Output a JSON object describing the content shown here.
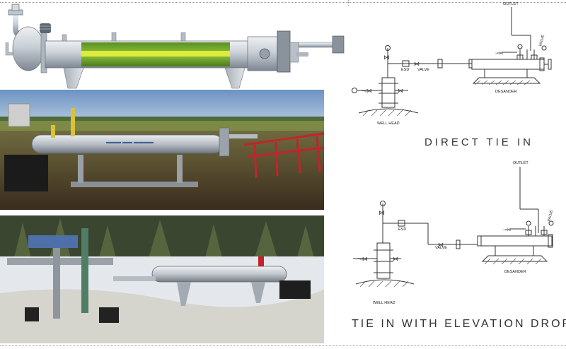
{
  "diagram_direct": {
    "outlet": "OUTLET",
    "esd": "ESD",
    "valve": "VALVE",
    "valve_vertical": "VALVE",
    "desander": "DESANDER",
    "well_head": "WELL HEAD",
    "caption": "DIRECT TIE IN"
  },
  "diagram_elevation": {
    "outlet": "OUTLET",
    "esd": "ESD",
    "valve": "VALVE",
    "valve_vertical": "VALVE",
    "desander": "DESANDER",
    "well_head": "WELL HEAD",
    "caption": "TIE IN WITH ELEVATION DROP"
  },
  "colors": {
    "vessel_body": "#c9cfd6",
    "liner_band": "#8dc63f",
    "liner_stripe": "#e8ef3a",
    "frame": "#c2242b",
    "ink": "#333333"
  }
}
